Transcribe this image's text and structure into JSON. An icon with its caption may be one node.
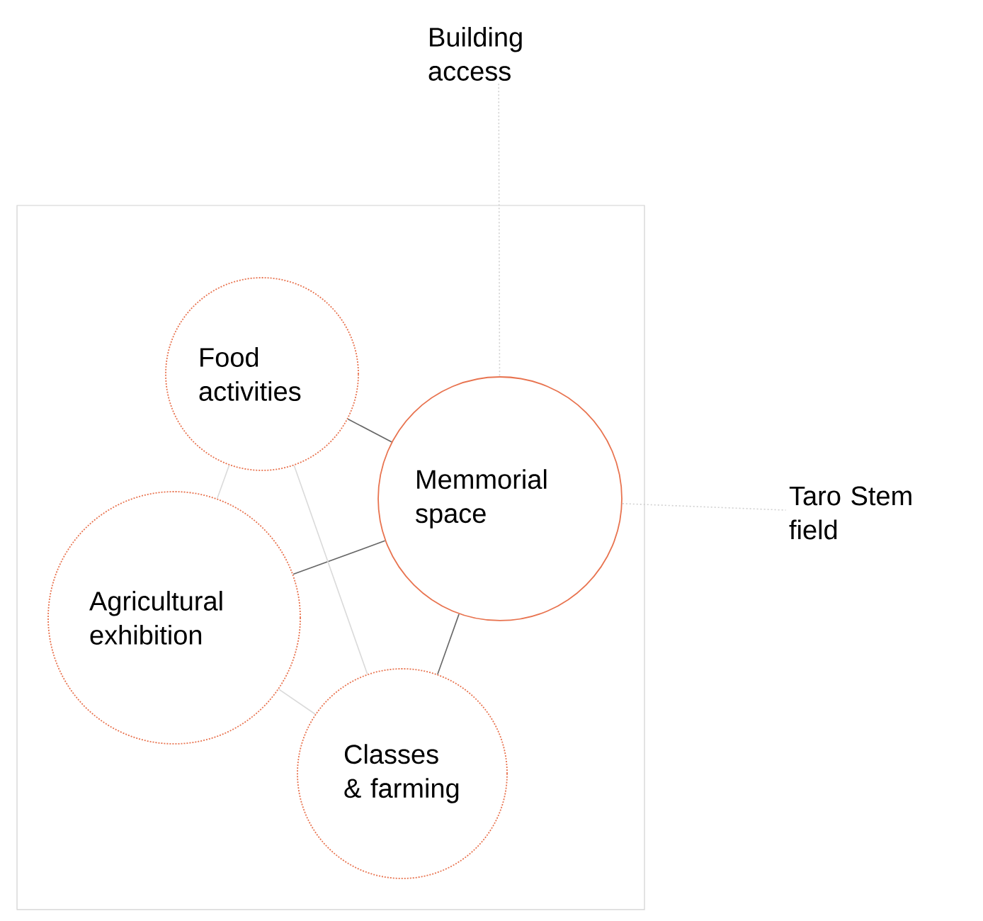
{
  "diagram": {
    "nodes": [
      {
        "text": [
          "Building access"
        ]
      },
      {
        "text": [],
        "shape": "box"
      },
      {
        "text": [
          "Food activities"
        ],
        "in": 1
      },
      {
        "text": [
          "Memmorial space"
        ],
        "in": 1
      },
      {
        "text": [
          "Taro Stem field"
        ]
      },
      {
        "text": [
          "Agricultural exhibition"
        ],
        "in": 1
      },
      {
        "text": [
          "Classes & farming"
        ],
        "in": 1
      }
    ],
    "edges": [
      {
        "from": 0,
        "to": 3,
        "arrow": "none",
        "style": "dashed",
        "color": "#d0d0d0"
      },
      {
        "from": 3,
        "to": 4,
        "arrow": "none",
        "style": "dashed",
        "color": "#d0d0d0"
      },
      {
        "from": 2,
        "to": 3,
        "arrow": "none"
      },
      {
        "from": 5,
        "to": 3,
        "arrow": "none"
      },
      {
        "from": 6,
        "to": 3,
        "arrow": "none"
      },
      {
        "from": 2,
        "to": 5,
        "arrow": "none",
        "color": "#dadada"
      },
      {
        "from": 2,
        "to": 6,
        "arrow": "none",
        "color": "#dadada"
      },
      {
        "from": 5,
        "to": 6,
        "arrow": "none",
        "color": "#dadada"
      }
    ]
  }
}
